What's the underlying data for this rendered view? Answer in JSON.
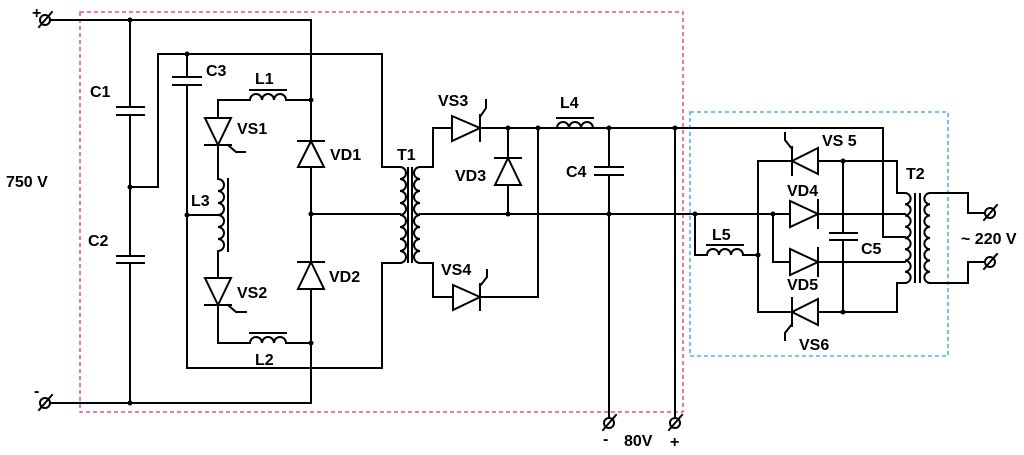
{
  "labels": {
    "plus_in": "+",
    "minus_in": "-",
    "input_voltage": "750 V",
    "C1": "C1",
    "C2": "C2",
    "C3": "C3",
    "C4": "C4",
    "C5": "C5",
    "L1": "L1",
    "L2": "L2",
    "L3": "L3",
    "L4": "L4",
    "L5": "L5",
    "VS1": "VS1",
    "VS2": "VS2",
    "VS3": "VS3",
    "VS4": "VS4",
    "VS5": "VS 5",
    "VS6": "VS6",
    "VD1": "VD1",
    "VD2": "VD2",
    "VD3": "VD3",
    "VD4": "VD4",
    "VD5": "VD5",
    "T1": "T1",
    "T2": "T2",
    "minus_out": "-",
    "output_dc": "80V",
    "plus_out": "+",
    "output_ac": "~ 220 V"
  },
  "colors": {
    "box_inverter": "#e0307a",
    "box_output": "#2aa0d8",
    "wire": "#000000"
  }
}
